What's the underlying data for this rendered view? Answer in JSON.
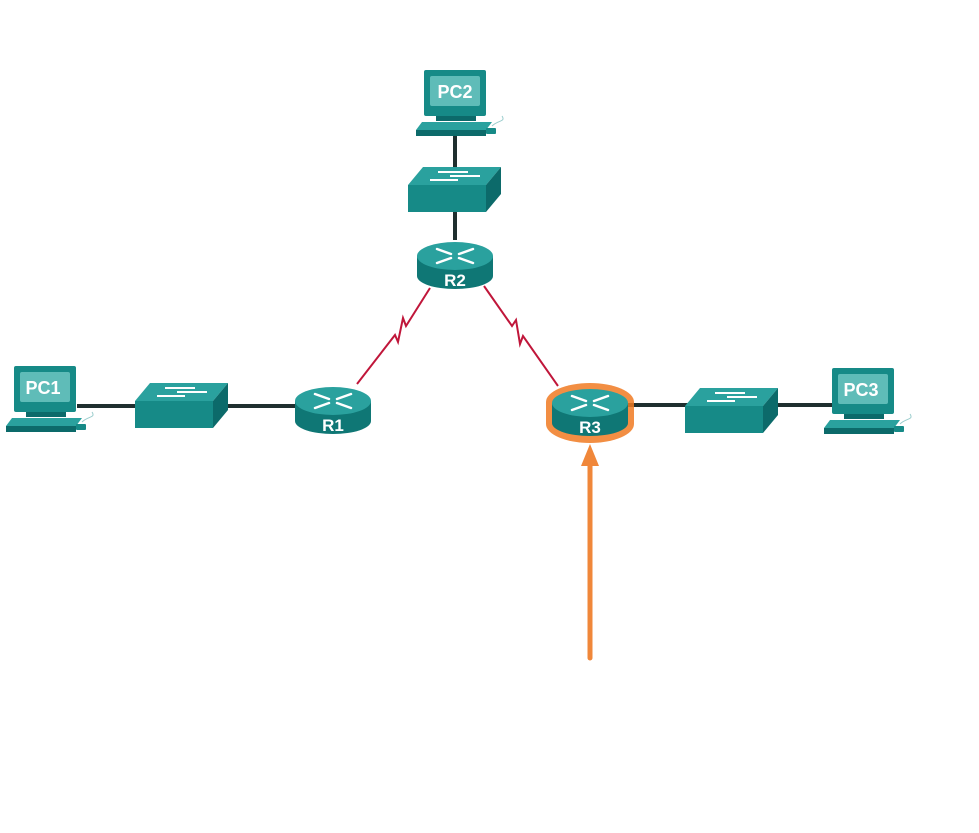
{
  "diagram": {
    "devices": {
      "pc1": "PC1",
      "pc2": "PC2",
      "pc3": "PC3",
      "r1": "R1",
      "r2": "R2",
      "r3": "R3"
    },
    "highlighted_device": "R3",
    "colors": {
      "device": "#1a8f8c",
      "device_dark": "#0c6a6a",
      "ethernet_link": "#1f2f2f",
      "serial_link": "#c0163a",
      "highlight": "#f07a22",
      "arrow": "#f0873a"
    }
  }
}
